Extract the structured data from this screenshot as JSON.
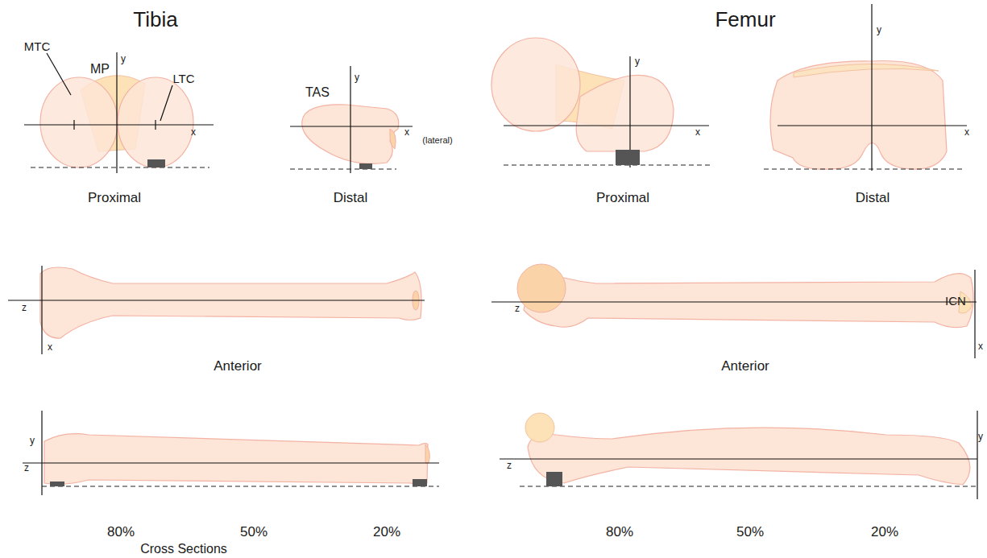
{
  "diagram": {
    "labels": [
      "Tibia",
      "Femur",
      "MTC",
      "MP",
      "LTC",
      "y",
      "x",
      "TAS",
      "y",
      "x",
      "(lateral)",
      "y",
      "x",
      "y",
      "x",
      "Proximal",
      "Distal",
      "Proximal",
      "Distal",
      "z",
      "x",
      "Anterior",
      "z",
      "ICN",
      "x",
      "Anterior",
      "y",
      "z",
      "y",
      "z",
      "80%",
      "50%",
      "20%",
      "Cross Sections",
      "80%",
      "50%",
      "20%"
    ]
  }
}
